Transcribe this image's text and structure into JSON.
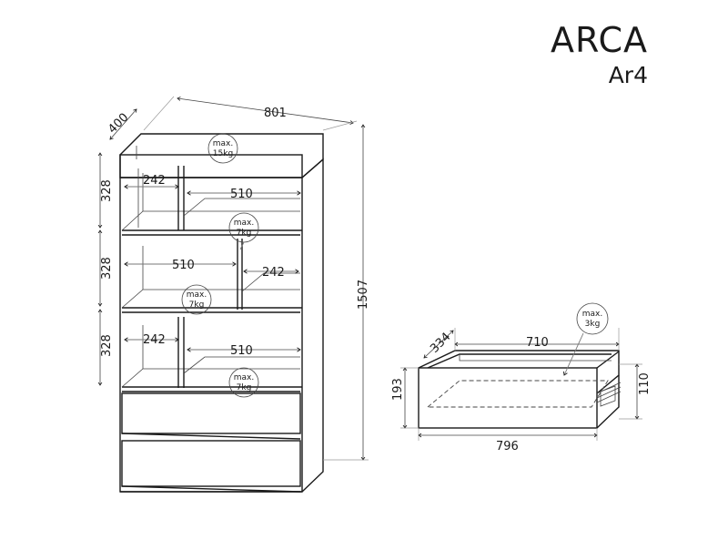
{
  "title": "ARCA",
  "model": "Ar4",
  "wardrobe": {
    "width": "801",
    "depth": "400",
    "height": "1507",
    "shelf_heights": [
      "328",
      "328",
      "328"
    ],
    "compartments": {
      "top_left_width": "242",
      "top_right_width": "510",
      "mid_left_width": "510",
      "mid_right_width": "242",
      "low_left_width": "242",
      "low_right_width": "510"
    },
    "load_labels": {
      "top": "max.\n15kg",
      "shelf": "max.\n7kg"
    }
  },
  "drawer": {
    "width": "796",
    "inner_width": "710",
    "depth": "334",
    "height": "193",
    "side_height": "110",
    "load_label": "max.\n3kg"
  }
}
